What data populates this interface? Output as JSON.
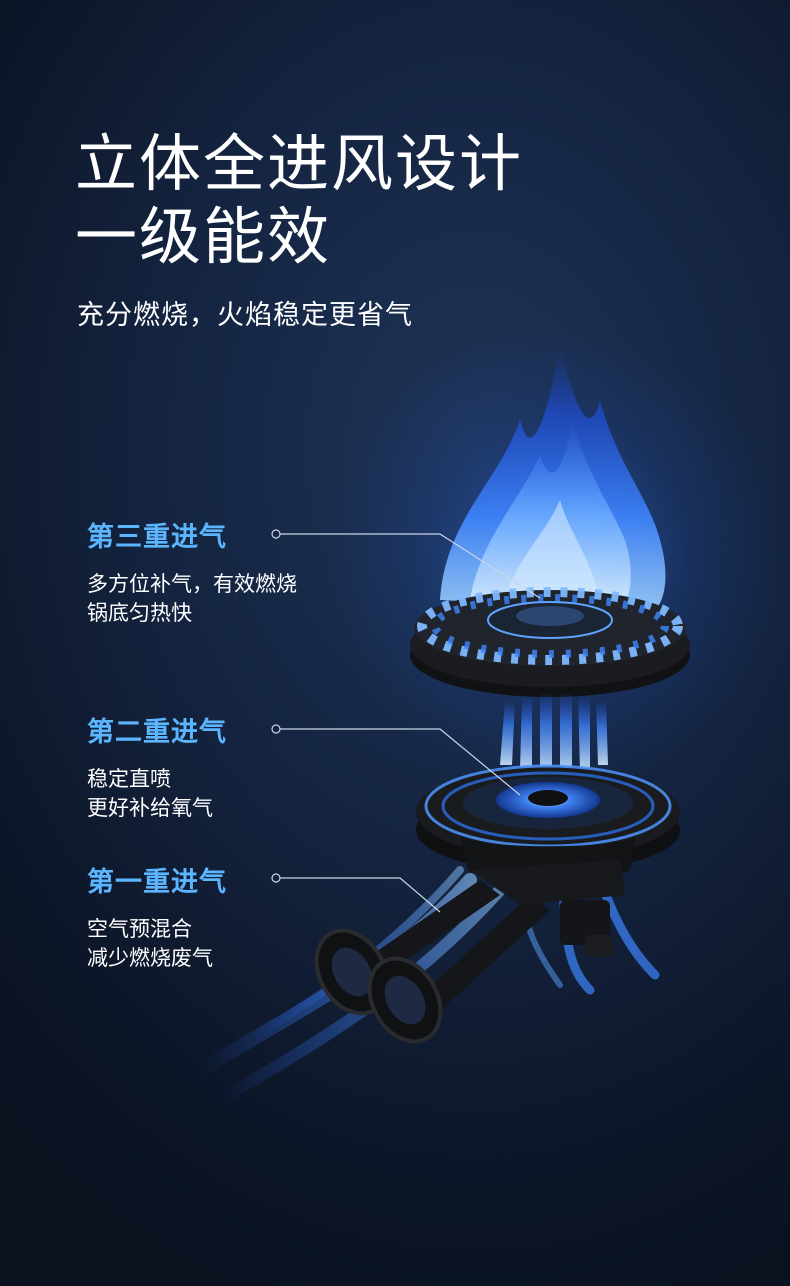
{
  "headline": {
    "line1": "立体全进风设计",
    "line2": "一级能效"
  },
  "subtitle": "充分燃烧，火焰稳定更省气",
  "callouts": [
    {
      "title": "第三重进气",
      "lines": [
        "多方位补气，有效燃烧",
        "锅底匀热快"
      ]
    },
    {
      "title": "第二重进气",
      "lines": [
        "稳定直喷",
        "更好补给氧气"
      ]
    },
    {
      "title": "第一重进气",
      "lines": [
        "空气预混合",
        "减少燃烧废气"
      ]
    }
  ],
  "colors": {
    "background": "#142440",
    "accent": "#5cb6ff",
    "flame": "#2e7bff",
    "burner": "#1a1a1c"
  }
}
